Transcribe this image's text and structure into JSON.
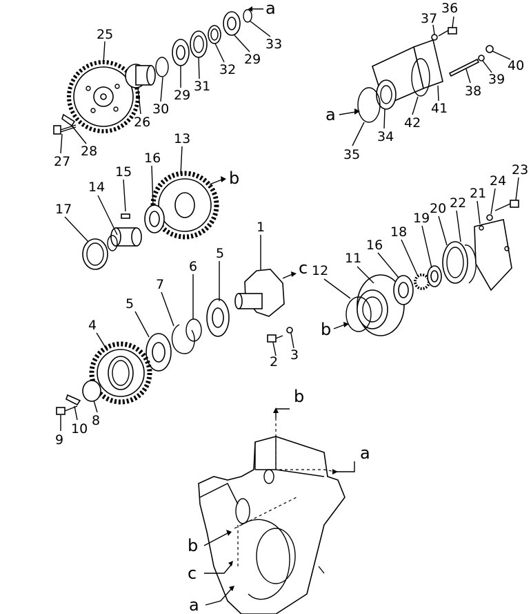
{
  "diagram": {
    "part_numbers": [
      "1",
      "2",
      "3",
      "4",
      "5",
      "5",
      "6",
      "7",
      "8",
      "9",
      "10",
      "11",
      "12",
      "13",
      "14",
      "15",
      "16",
      "16",
      "17",
      "18",
      "19",
      "20",
      "21",
      "22",
      "23",
      "24",
      "25",
      "26",
      "27",
      "28",
      "29",
      "29",
      "30",
      "31",
      "32",
      "33",
      "34",
      "35",
      "36",
      "37",
      "38",
      "39",
      "40",
      "41",
      "42"
    ],
    "connector_letters": [
      "a",
      "a",
      "b",
      "c",
      "b",
      "a",
      "b",
      "a",
      "b",
      "c"
    ]
  }
}
